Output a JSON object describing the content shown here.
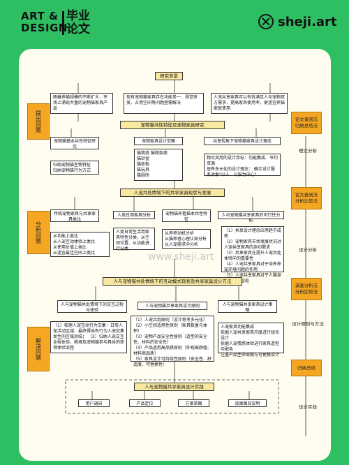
{
  "header": {
    "brand_line1": "ART &",
    "brand_line2": "DESIGN",
    "brand_cn1": "毕业",
    "brand_cn2": "论文",
    "site": "sheji.art"
  },
  "watermark": "www.sheji.art",
  "left_lanes": [
    "提出问题",
    "分析问题",
    "解决问题"
  ],
  "right_lanes": [
    "论文查阅法\n归纳总结法",
    "论文查阅法\n分析比较法",
    "调查分析法\n分析比较法",
    "归纳总结"
  ],
  "right_labels": [
    "理论分析",
    "设计分析",
    "设计原则与方法",
    "设计实践"
  ],
  "nodes": {
    "bg": "研究背景",
    "bg1": "随着养猫规模的不断扩大，市场上涌现大量的宠物猫家具产品",
    "bg2": "现有宠物猫家具存在功能单一、视觉审美、占用空间等问题亟需解决",
    "bg3": "人宠共享家具可以有效满足人与宠物双方需求，提高家具使用率，更适宜养猫家庭使用",
    "s1": "宠物猫共性特征及宠物家具研究",
    "s1a": "宠物猫基本共性特征研究",
    "s1a2": "归纳宠物猫生物特征\n归纳宠物猫行为方式",
    "s1b": "宠物家具设计范畴",
    "s1b2": "猫窝类  猫爬架类\n猫砂盆\n猫抓板\n猫玩具\n猫厕所",
    "s1c": "共享视角下宠物猫家具设计理念",
    "s1c2": "物尽其用的设计目标：功能集成、节约资源\n居养多元化的设计理念：  确立设计服务对象\"以人、以猫为中心\"",
    "s2": "人宠共处情境下的共享家具现状与发展",
    "s2a": "传统宠物家具与共享家具类比",
    "s2a2": "从功能上类比\n从人宠互动体验上类比\n从使用价值上类比\n从适宜最佳空间上类比",
    "s2b": "人类日用家具分析",
    "s2b2": "人类日常生活用家具特性分类，从空间位置、从功能进行分类",
    "s2c": "宠物猫养看猫本共性特征",
    "s2c2": "从养养动机分析\n从猫养者心理认知分析\n从人宠需求中分析",
    "s2d": "人与宠物猫共享家具的可行性分析",
    "s2d2": "（1）共享设计理念应用趋于成熟\n（2）宠物家具市场发展状况对人宠共享家具的迫切需求\n（3）共享家具在提升人宠共处体验中的重要性\n（4）人宠共享家具对于培养养宠环境问题的作用\n（5）人宠共享家具对于人猫身心健康的益处",
    "s3": "人与宠物猫共处情境下的互动模式现状及共享家具设计方法",
    "s3a": "人与宠物猫共处情境下的交互过程与体验",
    "s3a2": "（1）梳理人宠互动行为交集：日常人宠活动区域、最终得出有行为人宠交集发生的区域总结；\n（2）归纳人宠交互全程体验、物境及宠物猫参与具体的获得体验流程",
    "s3b": "人与宠物猫共享家具设计原则",
    "s3b2": "（1）人宠共用原则（设计思考多元化）\n（2）小空间适用性原则（家具数量与体积）\n（3）宠物产品安全性原则（造型的安全性、材料的安全性）\n（4）产品适用高品质原则（外观高颜值、材料高品质）\n（5）家具设计可持续性原则（安全性、舒适度、可替换性）",
    "s3c": "人与宠物猫共享家具设计策略",
    "s3c2": "人宠家具功能集成\n依据人宠共享家具尺度进行组合设计\n依据人宠情感体验进行家具造型与配色\n注重产品生命周期与可更换设计",
    "s4": "人与宠物猫共享家具设计实践",
    "s4a": "用户调研",
    "s4b": "产品定位",
    "s4c": "方案草图",
    "s4d": "效果图及说明"
  },
  "colors": {
    "page_bg": "#2fbf63",
    "card": "#fffdf0",
    "lane": "#f5a623",
    "stage": "#f9e9a0"
  }
}
